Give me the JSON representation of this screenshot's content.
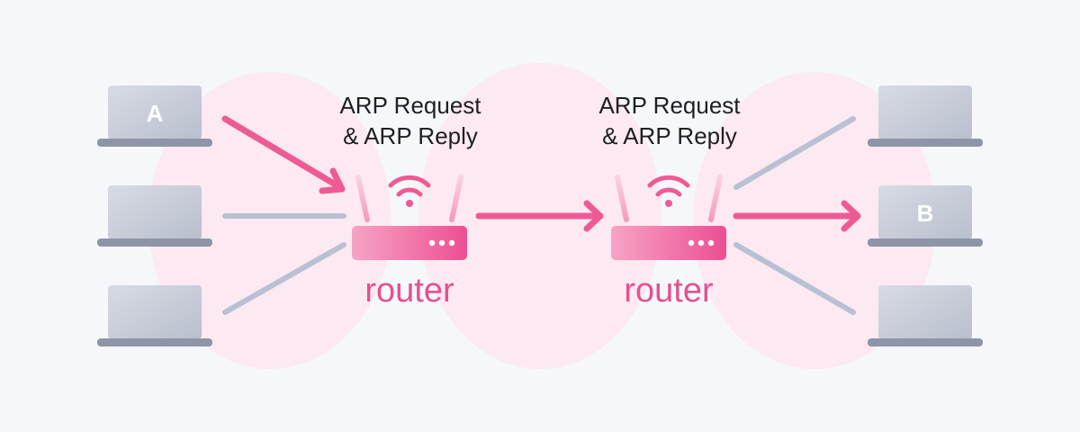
{
  "labels": {
    "request_left_line1": "ARP Request",
    "request_left_line2": "& ARP Reply",
    "request_right_line1": "ARP Request",
    "request_right_line2": "& ARP Reply",
    "router_left": "router",
    "router_right": "router",
    "host_a": "A",
    "host_b": "B"
  },
  "colors": {
    "background": "#f5f7fb",
    "zone": "#fde6ee",
    "arrow": "#ee5b94",
    "inactive_line": "#b8c0d2",
    "laptop": "#c9cdd8",
    "router": "#f06aa2",
    "label": "#e6508f"
  },
  "nodes": {
    "left_laptops": [
      "host-a",
      "host-left-2",
      "host-left-3"
    ],
    "right_laptops": [
      "host-right-1",
      "host-b",
      "host-right-3"
    ],
    "routers": [
      "router-left",
      "router-right"
    ]
  }
}
